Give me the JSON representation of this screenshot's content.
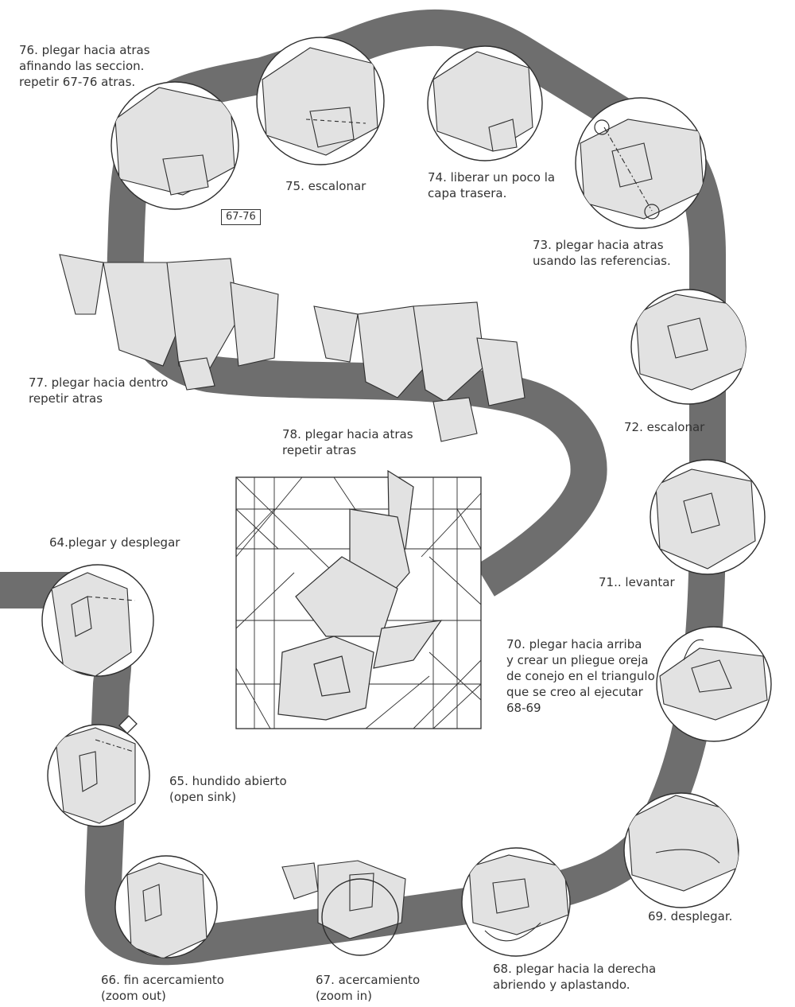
{
  "steps": [
    {
      "num": "64.",
      "text": "plegar y desplegar"
    },
    {
      "num": "65.",
      "text": "hundido abierto\n(open sink)"
    },
    {
      "num": "66.",
      "text": "fin acercamiento\n(zoom out)"
    },
    {
      "num": "67.",
      "text": "acercamiento\n(zoom in)"
    },
    {
      "num": "68.",
      "text": "plegar hacia la derecha\nabriendo y aplastando."
    },
    {
      "num": "69.",
      "text": "desplegar."
    },
    {
      "num": "70.",
      "text": "plegar hacia arriba\ny crear un pliegue oreja\nde conejo en el triangulo\nque se creo al ejecutar\n68-69"
    },
    {
      "num": "71..",
      "text": "levantar"
    },
    {
      "num": "72.",
      "text": "escalonar"
    },
    {
      "num": "73.",
      "text": "plegar hacia atras\nusando las referencias."
    },
    {
      "num": "74.",
      "text": "liberar un poco la\ncapa trasera."
    },
    {
      "num": "75.",
      "text": "escalonar"
    },
    {
      "num": "76.",
      "text": "plegar hacia atras\nafinando las seccion.\nrepetir 67-76 atras."
    },
    {
      "num": "77.",
      "text": "plegar hacia dentro\nrepetir atras"
    },
    {
      "num": "78.",
      "text": "plegar hacia atras\nrepetir atras"
    }
  ],
  "repeat_reference": "67-76",
  "colors": {
    "path": "#6e6e6e",
    "paper": "#e2e2e2",
    "line": "#2e2e2e",
    "background": "#ffffff"
  },
  "icons": [
    "valley-fold-arrow",
    "push-arrow",
    "crease-pattern",
    "zoom-circle"
  ]
}
